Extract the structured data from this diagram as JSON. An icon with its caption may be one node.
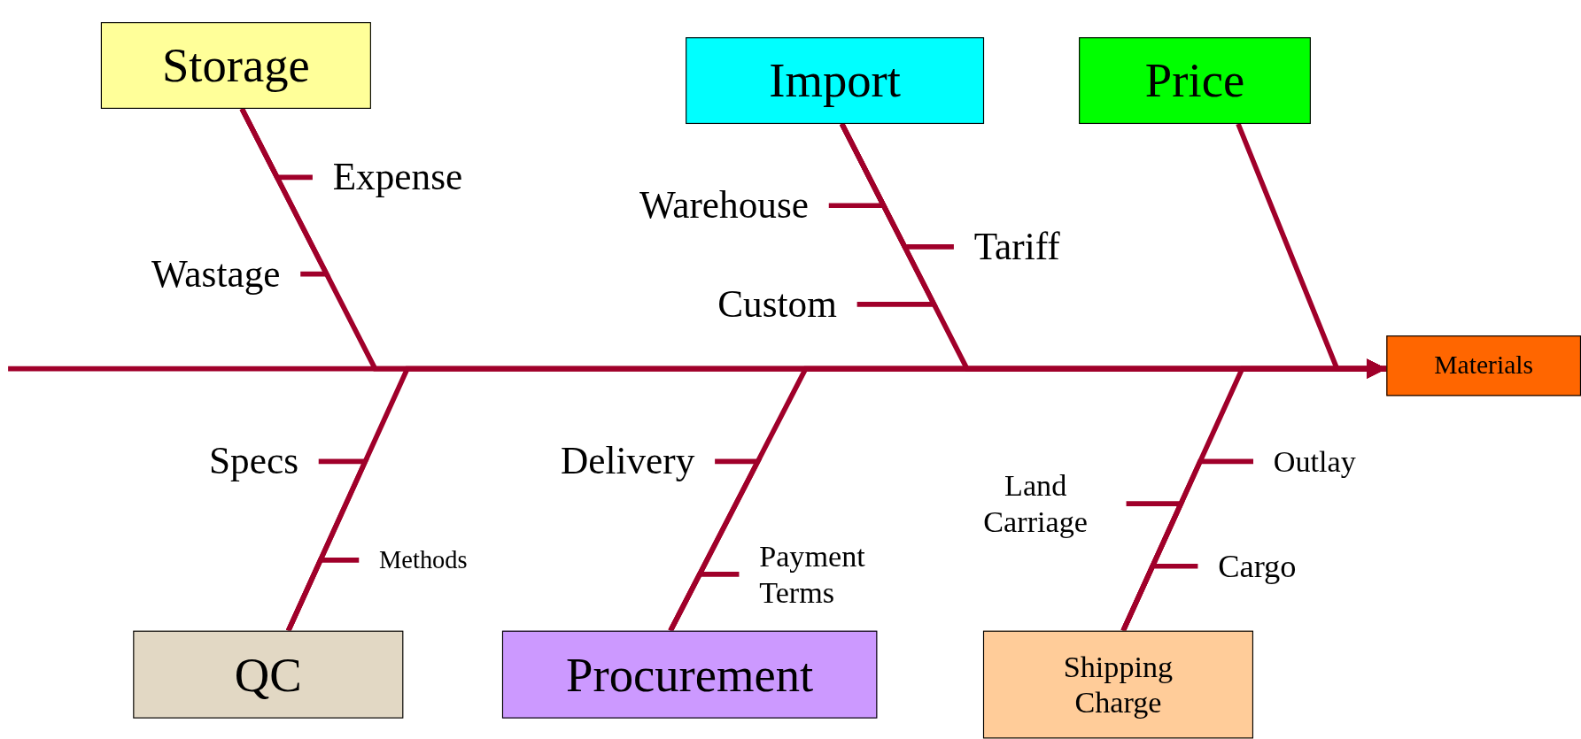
{
  "diagram": {
    "nodes": [
      {
        "text": [
          "Storage"
        ]
      },
      {
        "text": [
          "Import"
        ]
      },
      {
        "text": [
          "Price"
        ]
      },
      {
        "text": [
          "Expense"
        ]
      },
      {
        "text": [
          "Warehouse"
        ]
      },
      {
        "text": [
          "Tariff"
        ]
      },
      {
        "text": [
          "Wastage"
        ]
      },
      {
        "text": [
          "Custom"
        ]
      },
      {
        "text": [
          "Materials"
        ]
      },
      {
        "text": [
          "Specs"
        ]
      },
      {
        "text": [
          "Delivery"
        ]
      },
      {
        "text": [
          "Land Carriage"
        ]
      },
      {
        "text": [
          "Outlay"
        ]
      },
      {
        "text": [
          "Methods"
        ]
      },
      {
        "text": [
          "Payment Terms"
        ]
      },
      {
        "text": [
          "Cargo"
        ]
      },
      {
        "text": [
          "QC"
        ]
      },
      {
        "text": [
          "Procurement"
        ]
      },
      {
        "text": [
          "Shipping Charge"
        ]
      }
    ],
    "edges": [
      {
        "from": null,
        "to": 8,
        "arrow": "to"
      },
      {
        "from": 0,
        "to": 8,
        "arrow": "to"
      },
      {
        "from": 1,
        "to": 8,
        "arrow": "to"
      },
      {
        "from": 2,
        "to": 8,
        "arrow": "to"
      },
      {
        "from": 16,
        "to": 8,
        "arrow": "to"
      },
      {
        "from": 17,
        "to": 8,
        "arrow": "to"
      },
      {
        "from": 18,
        "to": 8,
        "arrow": "to"
      },
      {
        "from": 3,
        "to": 0,
        "arrow": "none"
      },
      {
        "from": 6,
        "to": 0,
        "arrow": "none"
      },
      {
        "from": 4,
        "to": 1,
        "arrow": "none"
      },
      {
        "from": 5,
        "to": 1,
        "arrow": "none"
      },
      {
        "from": 7,
        "to": 1,
        "arrow": "none"
      },
      {
        "from": 9,
        "to": 16,
        "arrow": "none"
      },
      {
        "from": 13,
        "to": 16,
        "arrow": "none"
      },
      {
        "from": 10,
        "to": 17,
        "arrow": "none"
      },
      {
        "from": 14,
        "to": 17,
        "arrow": "none"
      },
      {
        "from": 11,
        "to": 18,
        "arrow": "none"
      },
      {
        "from": 12,
        "to": 18,
        "arrow": "none"
      },
      {
        "from": 15,
        "to": 18,
        "arrow": "none"
      }
    ]
  }
}
